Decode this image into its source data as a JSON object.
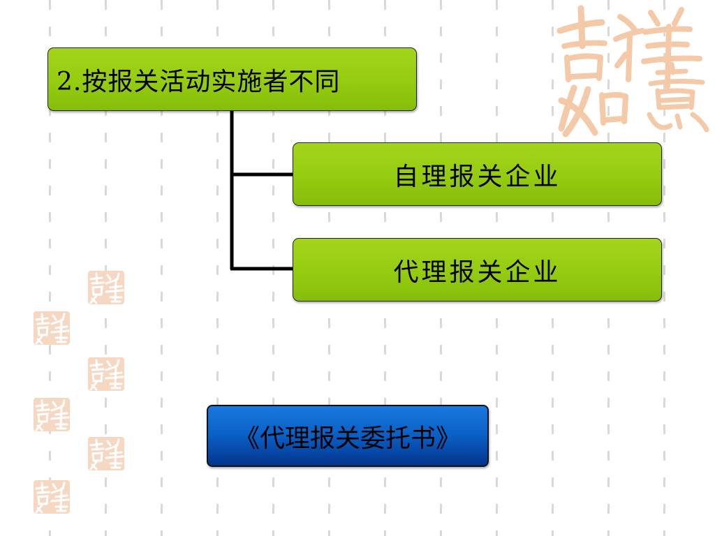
{
  "diagram": {
    "root": {
      "label": "2.按报关活动实施者不同"
    },
    "children": [
      {
        "label": "自理报关企业"
      },
      {
        "label": "代理报关企业"
      }
    ],
    "document_box": {
      "label": "《代理报关委托书》"
    }
  },
  "decoration": {
    "seal_text": "吉祥如意",
    "seal_color": "#f3c9a8",
    "green": "#94cc10",
    "blue": "#0a5fc4"
  }
}
